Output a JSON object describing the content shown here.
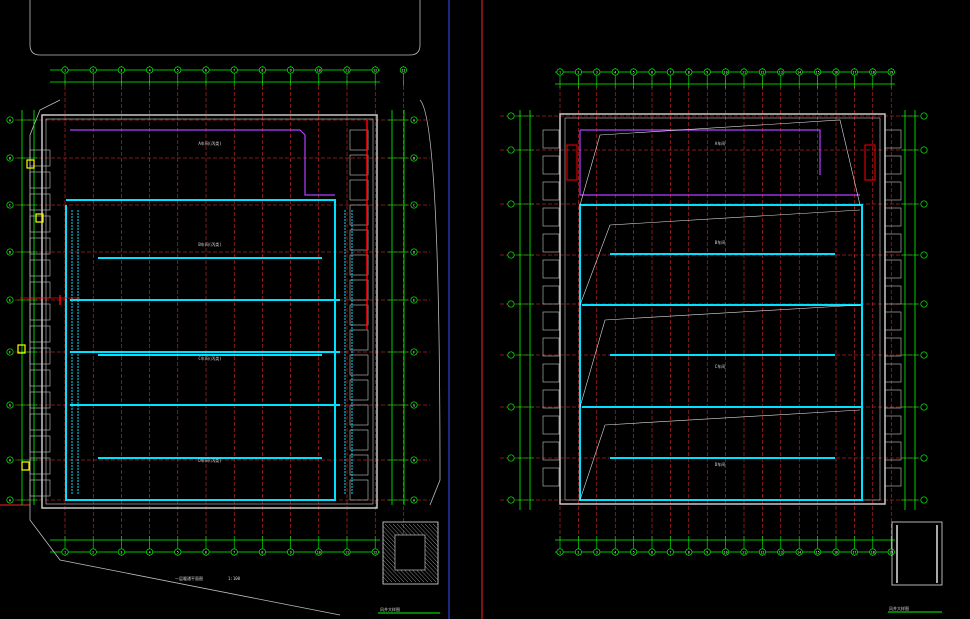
{
  "app": {
    "description_visible": false
  },
  "colors": {
    "background": "#000000",
    "grid_line": "#ff3030",
    "dimension_line": "#00ff00",
    "wall": "#c8c8c8",
    "duct": "#00e0ff",
    "duct_purple": "#b040ff",
    "highlight_yellow": "#ffff00",
    "highlight_red": "#ff0000",
    "sheet_border": "#ff2020",
    "viewport_border": "#3050ff",
    "hatch": "#e0e0e0"
  },
  "left_plan": {
    "axis_labels": [
      "1",
      "2",
      "3",
      "4",
      "5",
      "6",
      "7",
      "8",
      "9",
      "10",
      "11",
      "12",
      "13",
      "14",
      "15",
      "16",
      "17",
      "18",
      "19",
      "20",
      "21",
      "22",
      "23",
      "24",
      "25"
    ],
    "row_labels": [
      "A",
      "B",
      "C",
      "D",
      "E",
      "F",
      "G",
      "H"
    ],
    "room_labels": [
      "A车间(丙类)",
      "B车间(丙类)",
      "C车间(丙类)",
      "D车间(丙类)"
    ],
    "note_line_1": "一层暖通平面图",
    "note_line_2": "1:100"
  },
  "right_plan": {
    "axis_labels": [
      "1",
      "2",
      "3",
      "4",
      "5",
      "6",
      "7",
      "8",
      "9",
      "10",
      "11",
      "12",
      "13",
      "14",
      "15",
      "16",
      "17",
      "18",
      "19"
    ],
    "room_labels": [
      "A车间",
      "B车间",
      "C车间",
      "D车间"
    ]
  },
  "details": {
    "left_title": "风井大样图",
    "right_title": "风井大样图"
  }
}
